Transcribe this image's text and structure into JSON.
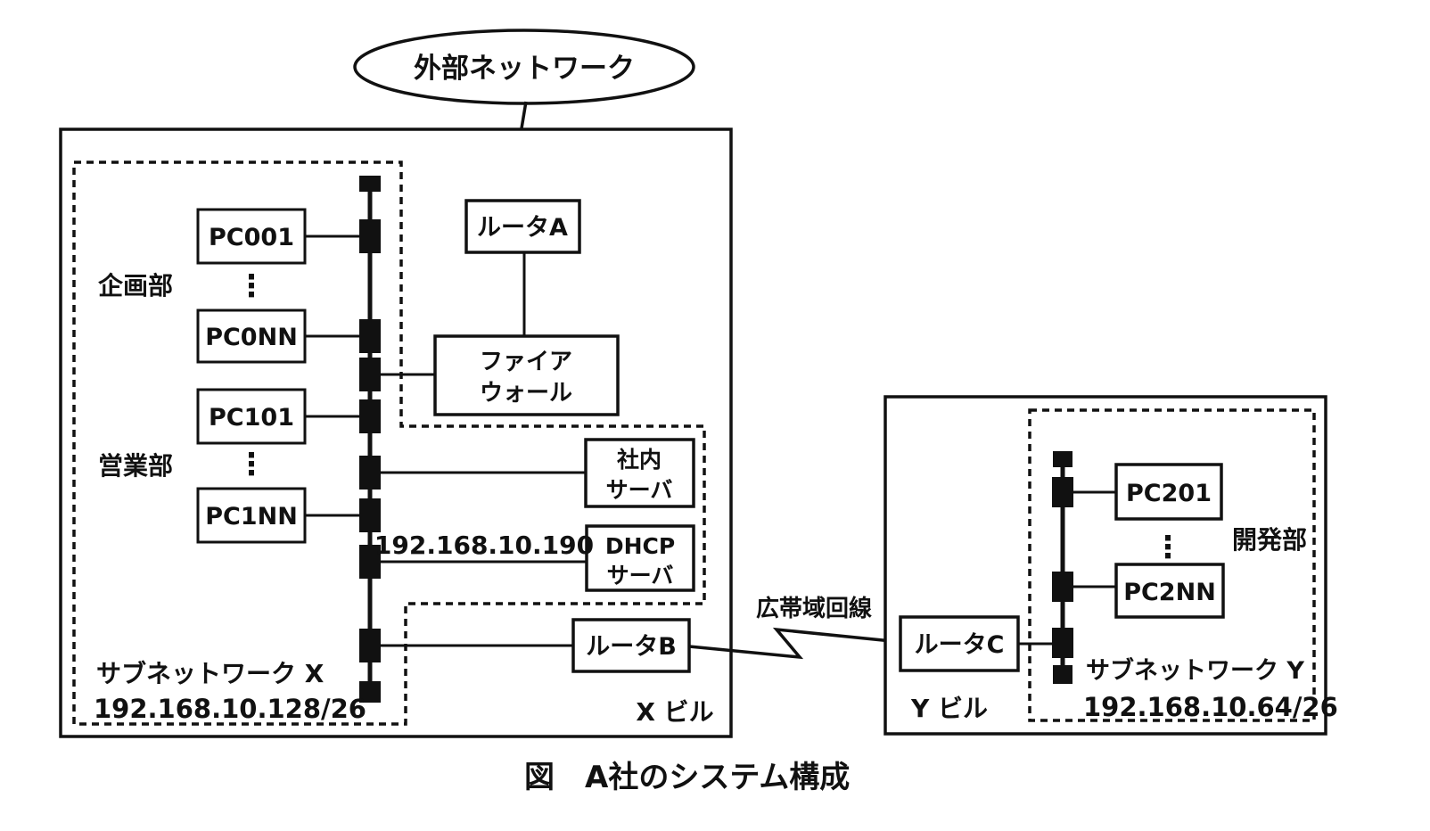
{
  "figure": {
    "caption": "図　A社のシステム構成",
    "external_network_label": "外部ネットワーク",
    "wan_link_label": "広帯域回線",
    "vdots": "⋮"
  },
  "building_x": {
    "label": "X ビル",
    "subnet": {
      "name": "サブネットワーク X",
      "address": "192.168.10.128/26"
    },
    "departments": {
      "planning": "企画部",
      "sales": "営業部"
    },
    "pcs": {
      "pc001": "PC001",
      "pc0nn": "PC0NN",
      "pc101": "PC101",
      "pc1nn": "PC1NN"
    },
    "router_a": "ルータA",
    "router_b": "ルータB",
    "firewall": {
      "line1": "ファイア",
      "line2": "ウォール"
    },
    "internal_server": {
      "line1": "社内",
      "line2": "サーバ"
    },
    "dhcp_server": {
      "line1": "DHCP",
      "line2": "サーバ",
      "ip": "192.168.10.190"
    }
  },
  "building_y": {
    "label": "Y ビル",
    "subnet": {
      "name": "サブネットワーク Y",
      "address": "192.168.10.64/26"
    },
    "department": "開発部",
    "pcs": {
      "pc201": "PC201",
      "pc2nn": "PC2NN"
    },
    "router_c": "ルータC"
  }
}
